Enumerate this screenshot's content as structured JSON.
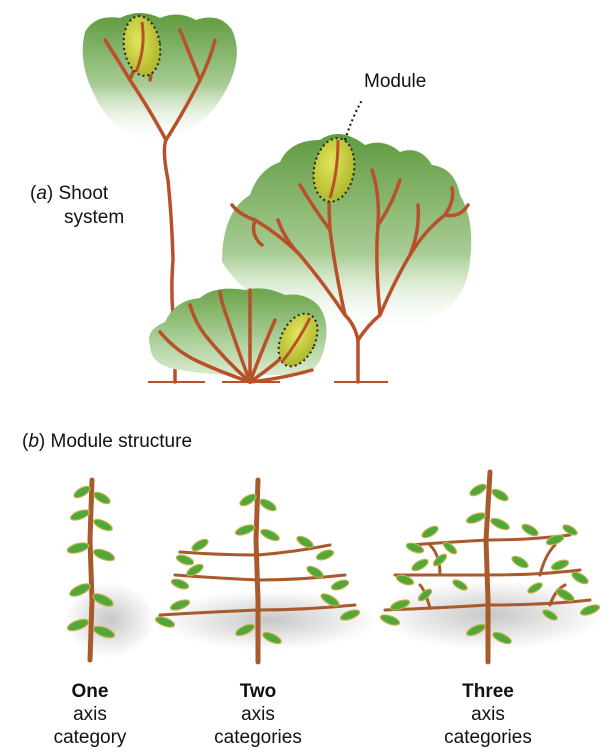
{
  "panel_a": {
    "label_letter": "a",
    "label_line1": "Shoot",
    "label_line2": "system",
    "module_label": "Module"
  },
  "panel_b": {
    "label_letter": "b",
    "label_text": "Module structure",
    "plants": [
      {
        "count": "One",
        "line2": "axis",
        "line3": "category"
      },
      {
        "count": "Two",
        "line2": "axis",
        "line3": "categories"
      },
      {
        "count": "Three",
        "line2": "axis",
        "line3": "categories"
      }
    ]
  },
  "colors": {
    "canopy": "#5e9a3e",
    "stem": "#b8502a",
    "module": "#c8c83a",
    "leaf": "#4fa83a"
  }
}
